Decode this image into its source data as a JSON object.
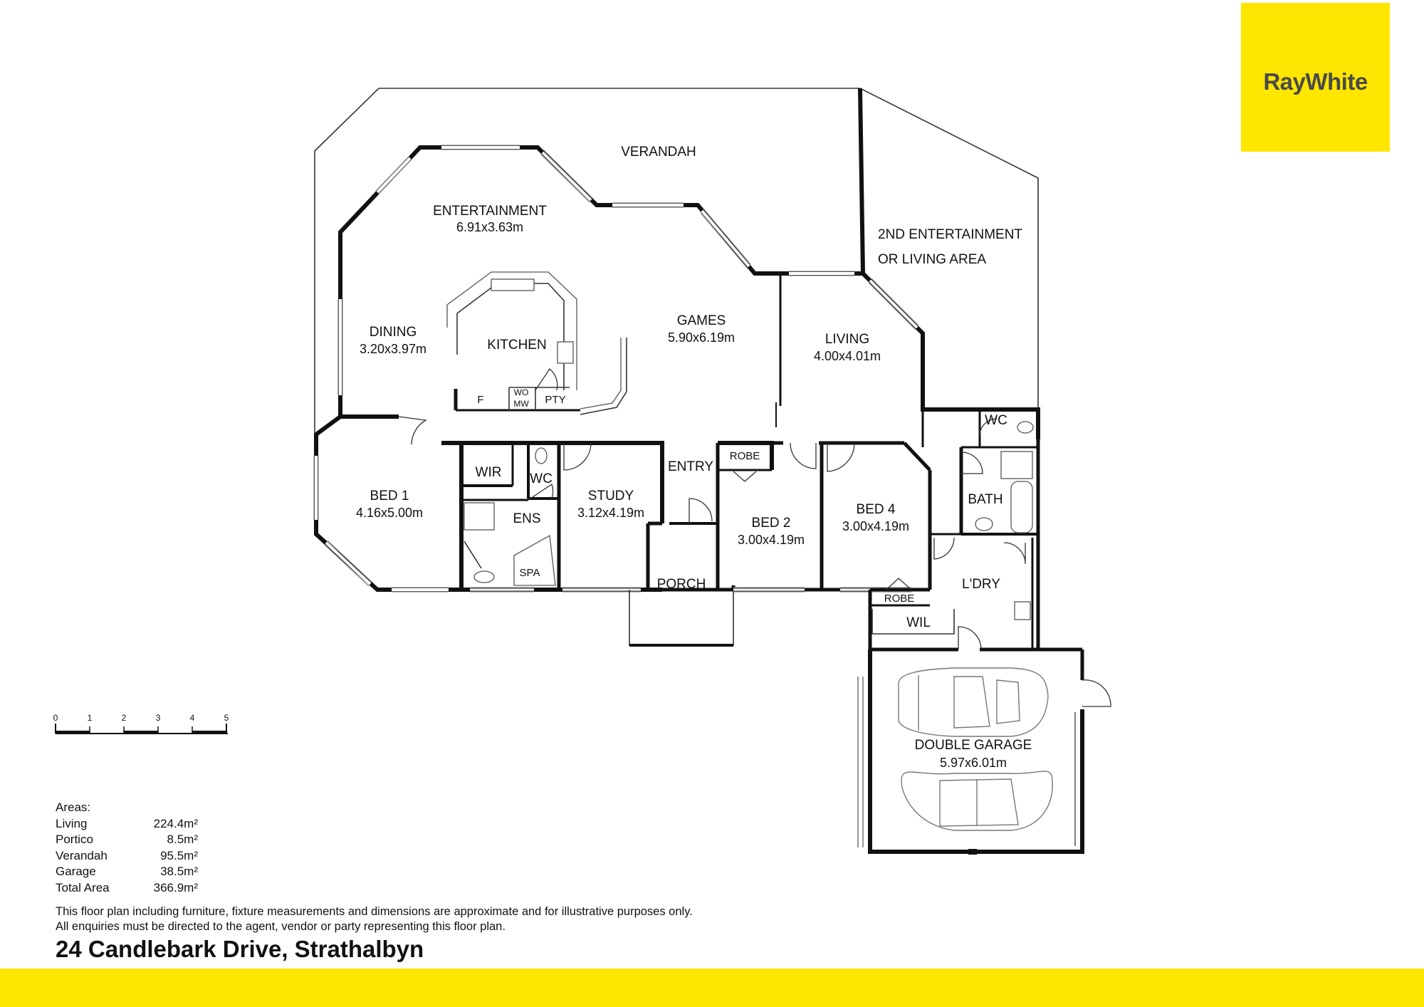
{
  "brand": {
    "logo_text": "RayWhite",
    "accent_color": "#ffe600"
  },
  "rooms": {
    "verandah": "VERANDAH",
    "entertainment": {
      "name": "ENTERTAINMENT",
      "dims": "6.91x3.63m"
    },
    "second_entertainment_line1": "2ND ENTERTAINMENT",
    "second_entertainment_line2": "OR LIVING AREA",
    "dining": {
      "name": "DINING",
      "dims": "3.20x3.97m"
    },
    "kitchen": "KITCHEN",
    "games": {
      "name": "GAMES",
      "dims": "5.90x6.19m"
    },
    "living": {
      "name": "LIVING",
      "dims": "4.00x4.01m"
    },
    "fridge": "F",
    "wo_line1": "WO",
    "wo_line2": "MW",
    "pantry": "PTY",
    "wc_right": "WC",
    "bed1": {
      "name": "BED 1",
      "dims": "4.16x5.00m"
    },
    "wir": "WIR",
    "wc_ensuite": "WC",
    "ensuite": "ENS",
    "spa": "SPA",
    "study": {
      "name": "STUDY",
      "dims": "3.12x4.19m"
    },
    "entry": "ENTRY",
    "robe_bed2": "ROBE",
    "bed2": {
      "name": "BED 2",
      "dims": "3.00x4.19m"
    },
    "bed4": {
      "name": "BED 4",
      "dims": "3.00x4.19m"
    },
    "bath": "BATH",
    "porch": "PORCH",
    "laundry": "L'DRY",
    "robe_bed4": "ROBE",
    "wil": "WIL",
    "garage": {
      "name": "DOUBLE GARAGE",
      "dims": "5.97x6.01m"
    }
  },
  "scale_bar": {
    "ticks": [
      "0",
      "1",
      "2",
      "3",
      "4",
      "5"
    ]
  },
  "areas": {
    "title": "Areas:",
    "rows": [
      {
        "name": "Living",
        "value": "224.4m²"
      },
      {
        "name": "Portico",
        "value": "8.5m²"
      },
      {
        "name": "Verandah",
        "value": "95.5m²"
      },
      {
        "name": "Garage",
        "value": "38.5m²"
      },
      {
        "name": "Total Area",
        "value": "366.9m²"
      }
    ]
  },
  "disclaimer": {
    "line1": "This floor plan including furniture, fixture measurements and dimensions are approximate and for illustrative purposes only.",
    "line2": "All enquiries must be directed to the agent, vendor or party representing this floor plan."
  },
  "address": "24 Candlebark Drive, Strathalbyn"
}
